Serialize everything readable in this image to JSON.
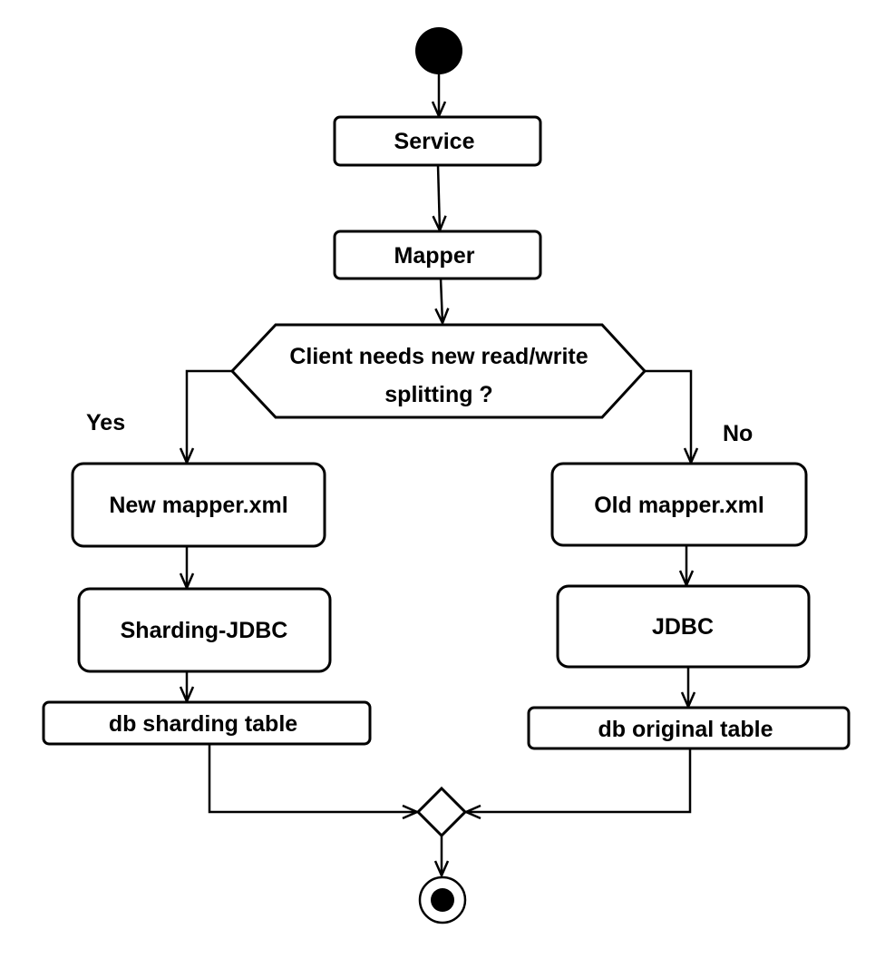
{
  "nodes": {
    "service": "Service",
    "mapper": "Mapper",
    "decision_line1": "Client needs new read/write",
    "decision_line2": "splitting ?",
    "new_mapper": "New mapper.xml",
    "sharding_jdbc": "Sharding-JDBC",
    "db_sharding": "db sharding table",
    "old_mapper": "Old mapper.xml",
    "jdbc": "JDBC",
    "db_original": "db original table"
  },
  "edges": {
    "yes": "Yes",
    "no": "No"
  },
  "colors": {
    "stroke": "#000000",
    "fill": "#ffffff"
  }
}
